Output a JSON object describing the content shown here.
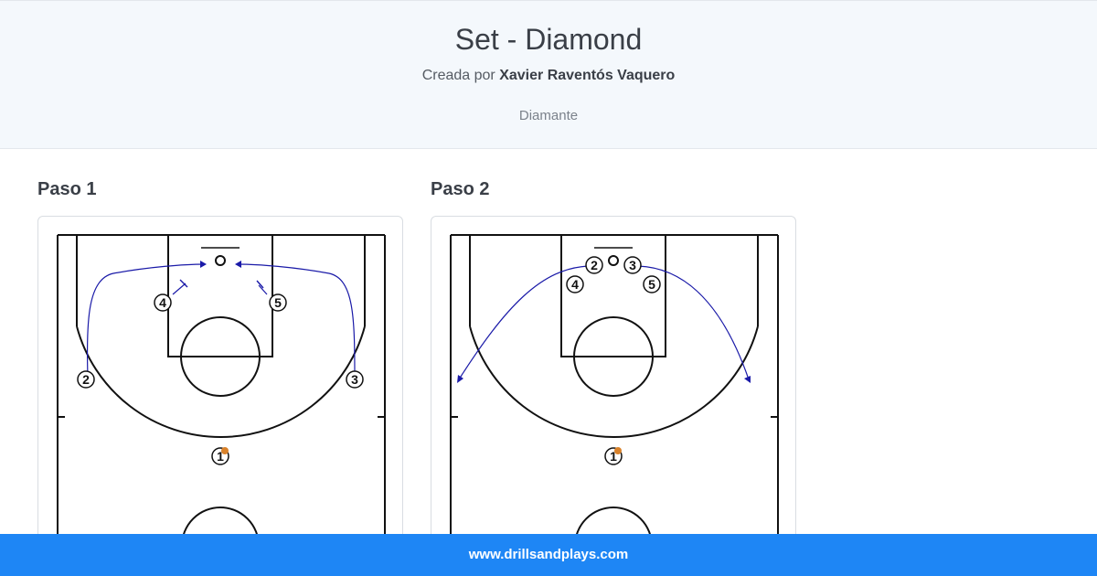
{
  "header": {
    "title": "Set - Diamond",
    "created_by_label": "Creada por",
    "author": "Xavier Raventós Vaquero",
    "category": "Diamante"
  },
  "steps": [
    {
      "title": "Paso 1",
      "players": [
        "1",
        "2",
        "3",
        "4",
        "5"
      ]
    },
    {
      "title": "Paso 2",
      "players": [
        "1",
        "2",
        "3",
        "4",
        "5"
      ]
    }
  ],
  "footer": {
    "site": "www.drillsandplays.com"
  },
  "colors": {
    "accent": "#1e86f5",
    "movement": "#1a1aa8",
    "ball": "#d9822b"
  }
}
